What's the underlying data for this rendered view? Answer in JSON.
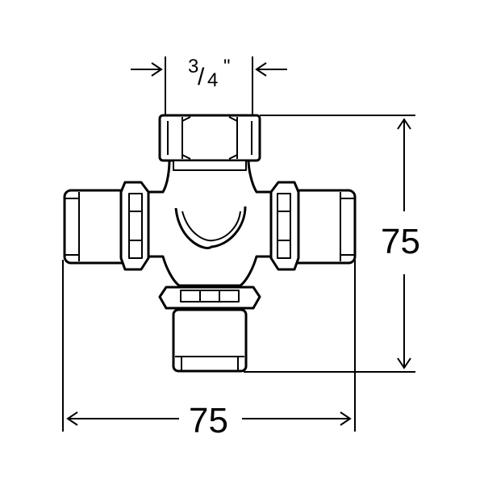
{
  "drawing": {
    "dimensions": {
      "thread_size": {
        "numerator": "3",
        "slash": "/",
        "denominator": "4",
        "unit_mark": "\""
      },
      "height": "75",
      "width": "75"
    },
    "colors": {
      "line": "#000000",
      "fill": "#ffffff",
      "shade": "#d9d9d9"
    }
  }
}
